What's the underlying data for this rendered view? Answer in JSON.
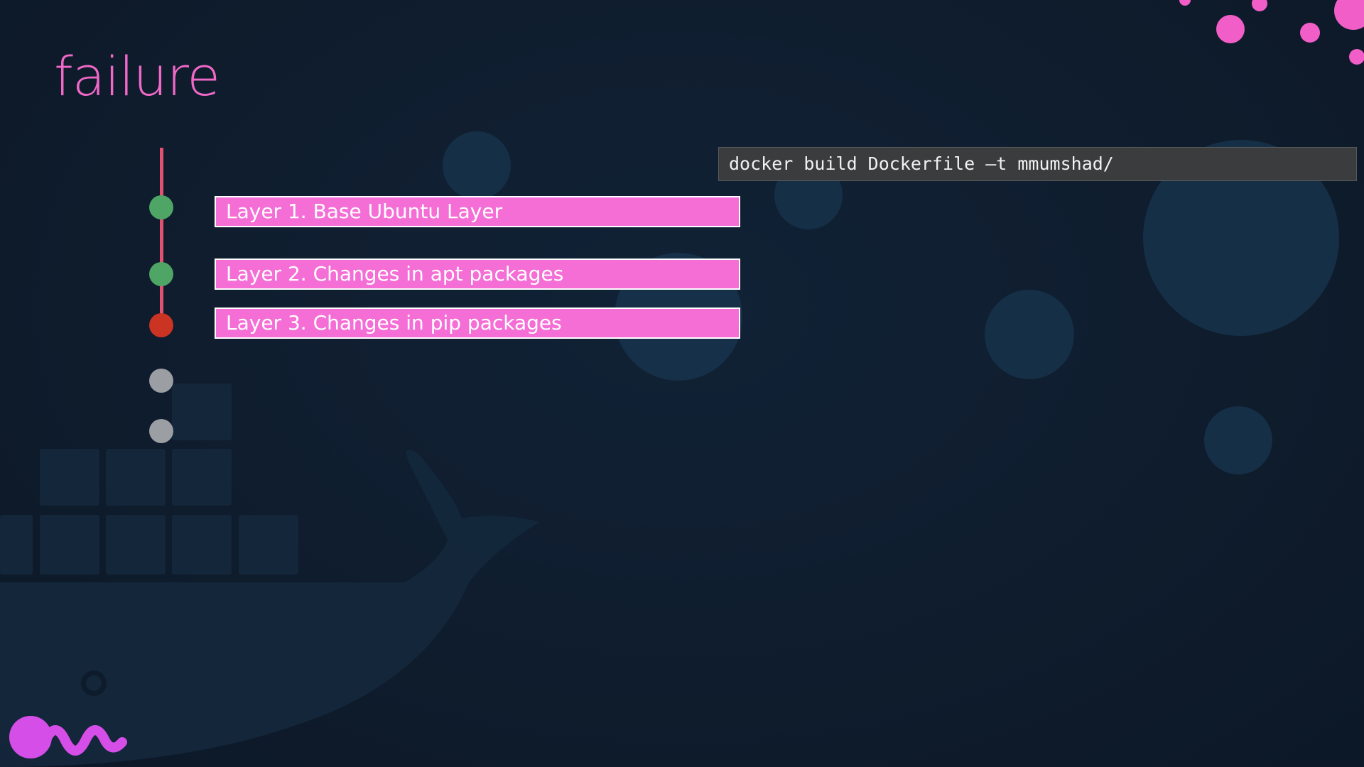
{
  "slide": {
    "title": "failure"
  },
  "command": {
    "text": "docker build Dockerfile –t mmumshad/"
  },
  "layers": [
    {
      "label": "Layer 1. Base Ubuntu Layer",
      "status": "success"
    },
    {
      "label": "Layer 2. Changes in apt packages",
      "status": "success"
    },
    {
      "label": "Layer 3. Changes in pip packages",
      "status": "failed"
    }
  ],
  "pending_steps": 2,
  "colors": {
    "background": "#0f1c2d",
    "accent_pink": "#f068c8",
    "layer_bar": "#f46ed6",
    "timeline_line": "#e2516f",
    "status_success": "#4fa565",
    "status_failed": "#cb3323",
    "status_pending": "#9b9ea3",
    "command_bg": "#3b3c3e"
  },
  "icons": {
    "logo": "brand-wave-logo",
    "background": "docker-whale-watermark"
  }
}
